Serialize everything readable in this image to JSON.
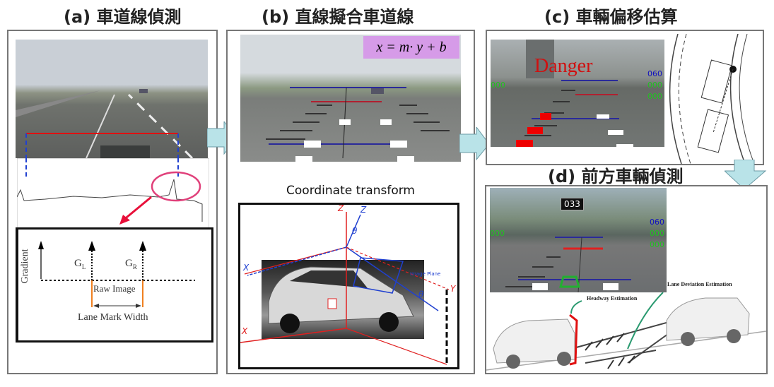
{
  "panels": {
    "a": {
      "title": "(a) 車道線偵測",
      "graph": {
        "y_label": "Gradient",
        "gl": "G",
        "gl_sub": "L",
        "gr": "G",
        "gr_sub": "R",
        "raw_image": "Raw Image",
        "lane_width": "Lane Mark Width"
      }
    },
    "b": {
      "title": "(b) 直線擬合車道線",
      "formula": "x = m· y + b",
      "transform_title": "Coordinate transform",
      "axis_z": "Z",
      "axis_x": "X",
      "axis_y": "Y",
      "axis_theta": "θ",
      "image_plane": "Image Plane"
    },
    "c": {
      "title": "(c) 車輛偏移估算",
      "warning": "Danger"
    },
    "d": {
      "title": "(d) 前方車輛偵測",
      "speed": "033",
      "lane_deviation": "Lane Deviation Estimation",
      "headway": "Headway Estimation"
    }
  },
  "colors": {
    "arrow": "#b9e3e8",
    "formula_bg": "#d69be8",
    "danger": "#d01010",
    "lane_blue": "#2a2a9a",
    "lane_red": "#b02030"
  }
}
